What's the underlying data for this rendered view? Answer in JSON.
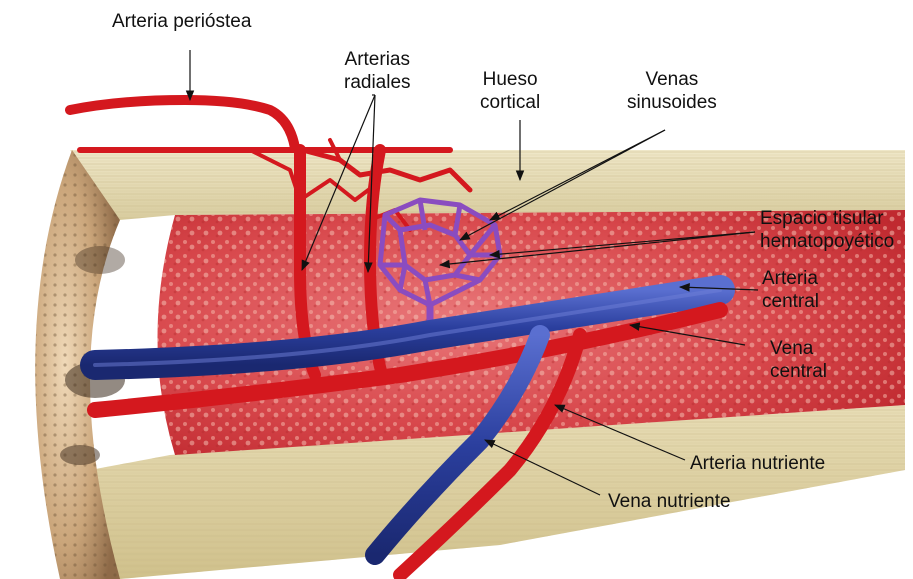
{
  "labels": {
    "arteria_periostea": "Arteria perióstea",
    "arterias_radiales": [
      "Arterias",
      "radiales"
    ],
    "hueso_cortical": [
      "Hueso",
      "cortical"
    ],
    "venas_sinusoides": [
      "Venas",
      "sinusoides"
    ],
    "espacio_tisular": [
      "Espacio tisular",
      "hematopoyético"
    ],
    "arteria_central": [
      "Arteria",
      "central"
    ],
    "vena_central": [
      "Vena",
      "central"
    ],
    "arteria_nutriente": "Arteria nutriente",
    "vena_nutriente": "Vena nutriente"
  },
  "colors": {
    "artery": "#d4181e",
    "vein": "#2b3f9e",
    "sinusoid": "#8a4cc0",
    "marrow": "#d9565a",
    "bone": "#e6dcb5",
    "label_text": "#111111"
  }
}
